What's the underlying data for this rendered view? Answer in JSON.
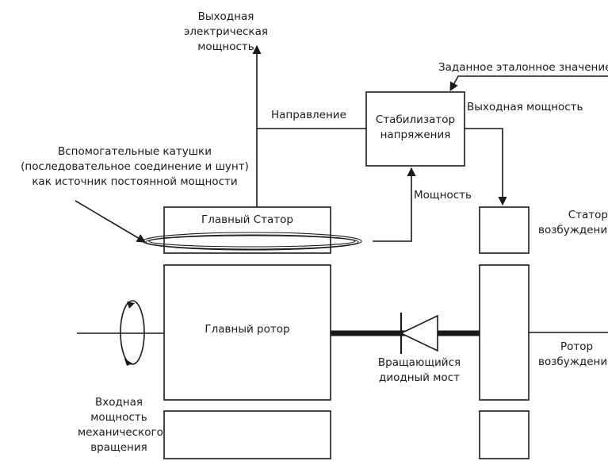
{
  "labels": {
    "output_electric_power": [
      "Выходная",
      "электрическая",
      "мощность"
    ],
    "reference_value": "Заданное эталонное значение",
    "direction": "Направление",
    "regulator": [
      "Стабилизатор",
      "напряжения"
    ],
    "output_power": "Выходная мощность",
    "aux_coils": [
      "Вспомогательные катушки",
      "(последовательное соединение и шунт)",
      "как источник постоянной мощности"
    ],
    "power": "Мощность",
    "main_stator": "Главный Статор",
    "exciter_stator": [
      "Статор",
      "возбуждения"
    ],
    "main_rotor": "Главный ротор",
    "rotating_diode_bridge": [
      "Вращающийся",
      "диодный мост"
    ],
    "exciter_rotor": [
      "Ротор",
      "возбуждения"
    ],
    "mechanical_input": [
      "Входная",
      "мощность",
      "механического",
      "вращения"
    ]
  }
}
